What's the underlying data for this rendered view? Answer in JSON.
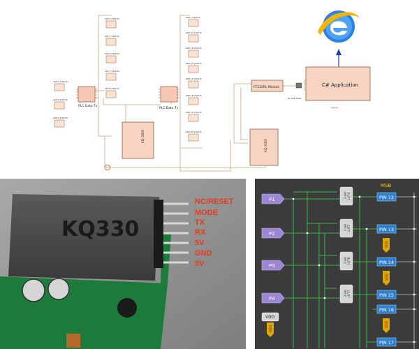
{
  "schematic": {
    "plc_left": "PLC Data Tx",
    "plc_right": "PLC Data Tx",
    "ftdi": "FT232RL Module",
    "usb_port": "PC USB PORT",
    "app": "C# Application",
    "laptop": "Laptop",
    "radio_left": "KQ-330F",
    "radio_right": "KQ-330F",
    "left_relays": [
      "APP 1 STATUS",
      "APP 2 STATUS",
      "APP 3 STATUS"
    ],
    "mid_relays": [
      "APP 4 STATUS",
      "APP 5 STATUS",
      "APP 6 STATUS",
      "APP 7 STATUS",
      "APP 8 STATUS"
    ],
    "right_relays": [
      "APP 9 STATUS",
      "APP 10 STATUS",
      "APP 11 STATUS",
      "APP 12 STATUS",
      "APP 13 STATUS",
      "APP 14 STATUS",
      "APP 15 STATUS",
      "APP 16 STATUS"
    ]
  },
  "module_photo": {
    "chip_text": "KQ330",
    "pins": [
      "NC/RESET",
      "MODE",
      "TX",
      "RX",
      "5V",
      "GND",
      "5V"
    ]
  },
  "greenpak": {
    "msb": "MSB",
    "inputs": [
      "P1",
      "P2",
      "P3",
      "P4"
    ],
    "luts": [
      {
        "line1": "2-bit",
        "line2": "LUT4"
      },
      {
        "line1": "2-bit",
        "line2": "LUT5"
      },
      {
        "line1": "2-bit",
        "line2": "LUT6"
      },
      {
        "line1": "2-bit",
        "line2": "LUT7"
      }
    ],
    "pins": [
      "PIN 12",
      "PIN 13",
      "PIN 14",
      "PIN 15",
      "PIN 16",
      "PIN 17"
    ],
    "vdd": "VDD",
    "colors": {
      "input": "#9b87d6",
      "lut": "#d6d6d6",
      "pin": "#2f7fd0",
      "vdd_badge": "#e2a600",
      "wire": "#3ab54a"
    }
  }
}
